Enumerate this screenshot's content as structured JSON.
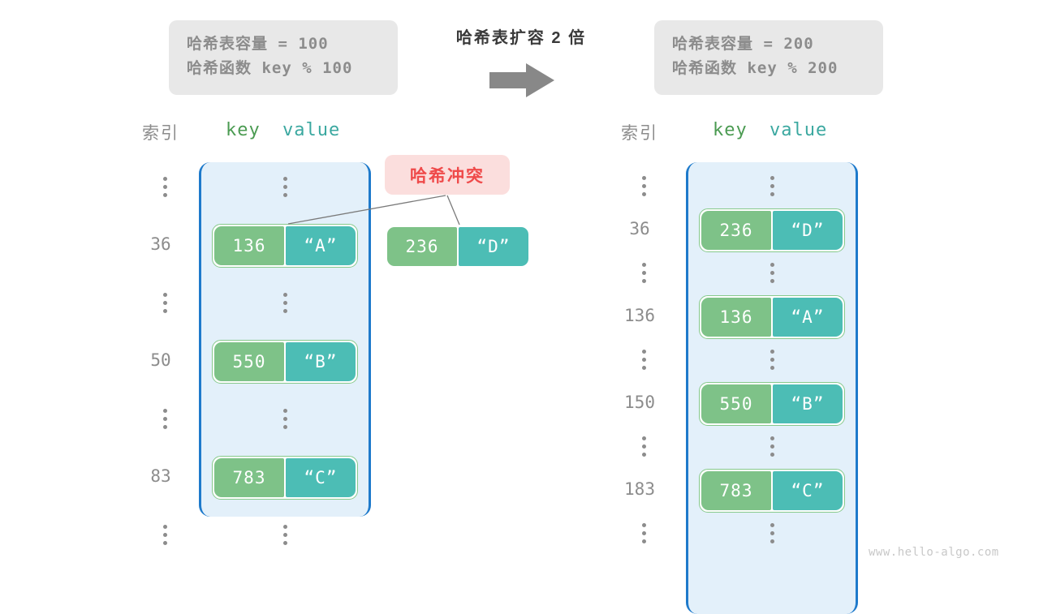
{
  "diagram": {
    "caption": "哈希表扩容 2 倍",
    "arrow_icon": "right-arrow-icon",
    "watermark": "www.hello-algo.com",
    "collision_badge": "哈希冲突",
    "colors": {
      "table_fill": "#e3f0fa",
      "table_border": "#1e7acb",
      "key_cell": "#7ec288",
      "value_cell": "#4cbdb5",
      "pair_border": "#86c98b",
      "badge_bg": "#fbdedd",
      "badge_text": "#ef4a4a",
      "info_bg": "#e8e8e8",
      "muted_text": "#8c8c8c",
      "key_header": "#4b9b52",
      "value_header": "#3ba8a0",
      "arrow": "#888888"
    }
  },
  "before": {
    "info": {
      "capacity_line": "哈希表容量 = 100",
      "hash_line": "哈希函数 key % 100"
    },
    "headers": {
      "index": "索引",
      "key": "key",
      "value": "value"
    },
    "rows": [
      {
        "type": "dots",
        "index": "",
        "key": "",
        "value": ""
      },
      {
        "type": "entry",
        "index": "36",
        "key": "136",
        "value": "“A”"
      },
      {
        "type": "dots",
        "index": "",
        "key": "",
        "value": ""
      },
      {
        "type": "entry",
        "index": "50",
        "key": "550",
        "value": "“B”"
      },
      {
        "type": "dots",
        "index": "",
        "key": "",
        "value": ""
      },
      {
        "type": "entry",
        "index": "83",
        "key": "783",
        "value": "“C”"
      },
      {
        "type": "dots",
        "index": "",
        "key": "",
        "value": ""
      }
    ],
    "colliding_entry": {
      "key": "236",
      "value": "“D”"
    }
  },
  "after": {
    "info": {
      "capacity_line": "哈希表容量 = 200",
      "hash_line": "哈希函数 key % 200"
    },
    "headers": {
      "index": "索引",
      "key": "key",
      "value": "value"
    },
    "rows": [
      {
        "type": "dots",
        "index": "",
        "key": "",
        "value": ""
      },
      {
        "type": "entry",
        "index": "36",
        "key": "236",
        "value": "“D”"
      },
      {
        "type": "dots",
        "index": "",
        "key": "",
        "value": ""
      },
      {
        "type": "entry",
        "index": "136",
        "key": "136",
        "value": "“A”"
      },
      {
        "type": "dots",
        "index": "",
        "key": "",
        "value": ""
      },
      {
        "type": "entry",
        "index": "150",
        "key": "550",
        "value": "“B”"
      },
      {
        "type": "dots",
        "index": "",
        "key": "",
        "value": ""
      },
      {
        "type": "entry",
        "index": "183",
        "key": "783",
        "value": "“C”"
      },
      {
        "type": "dots",
        "index": "",
        "key": "",
        "value": ""
      }
    ]
  }
}
